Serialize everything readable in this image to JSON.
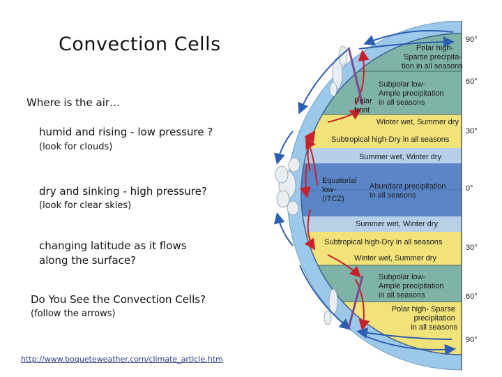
{
  "title": "Convection Cells",
  "intro": "Where is the air…",
  "questions": [
    {
      "text": "humid and rising  - low pressure ?",
      "hint": "(look for clouds)"
    },
    {
      "text": "dry and sinking  - high pressure?",
      "hint": "(look for clear skies)"
    },
    {
      "text": "changing latitude as it flows along the surface?",
      "hint": ""
    },
    {
      "text": "Do You See the Convection Cells?",
      "hint": "(follow the arrows)"
    }
  ],
  "source_link": "http://www.boqueteweather.com/climate_article.htm",
  "bands": {
    "polar_high_n": [
      "Polar high-",
      "Sparse precipita-",
      "tion in all seasons"
    ],
    "subpolar_low_n": [
      "Subpolar low-",
      "Ample precipitation",
      "in all seasons"
    ],
    "polar_front": [
      "Polar",
      "front"
    ],
    "winter_wet_n": "Winter wet, Summer dry",
    "subtropical_n": "Subtropical high-Dry in all seasons",
    "summer_wet_n": "Summer wet, Winter dry",
    "equatorial": [
      "Equatorial",
      "low-",
      "(ITCZ)"
    ],
    "abundant": [
      "Abundant precipitation",
      "in all seasons"
    ],
    "summer_wet_s": "Summer wet, Winter dry",
    "subtropical_s": "Subtropical high-Dry in all seasons",
    "winter_wet_s": "Winter wet, Summer dry",
    "subpolar_low_s": [
      "Subpolar low-",
      "Ample precipitation",
      "in all seasons"
    ],
    "polar_high_s": [
      "Polar high- Sparse",
      "precipitation",
      "in all seasons"
    ]
  },
  "latitudes": [
    "90°",
    "60°",
    "30°",
    "0°",
    "30°",
    "60°",
    "90°"
  ],
  "colors": {
    "atmosphere": "#9cc8ea",
    "teal": "#7fb3a8",
    "yellow": "#f2e27a",
    "blue": "#5a86c8",
    "light_blue": "#9cc3e0",
    "arrow_red": "#c8202a",
    "arrow_blue": "#2c5db0"
  }
}
